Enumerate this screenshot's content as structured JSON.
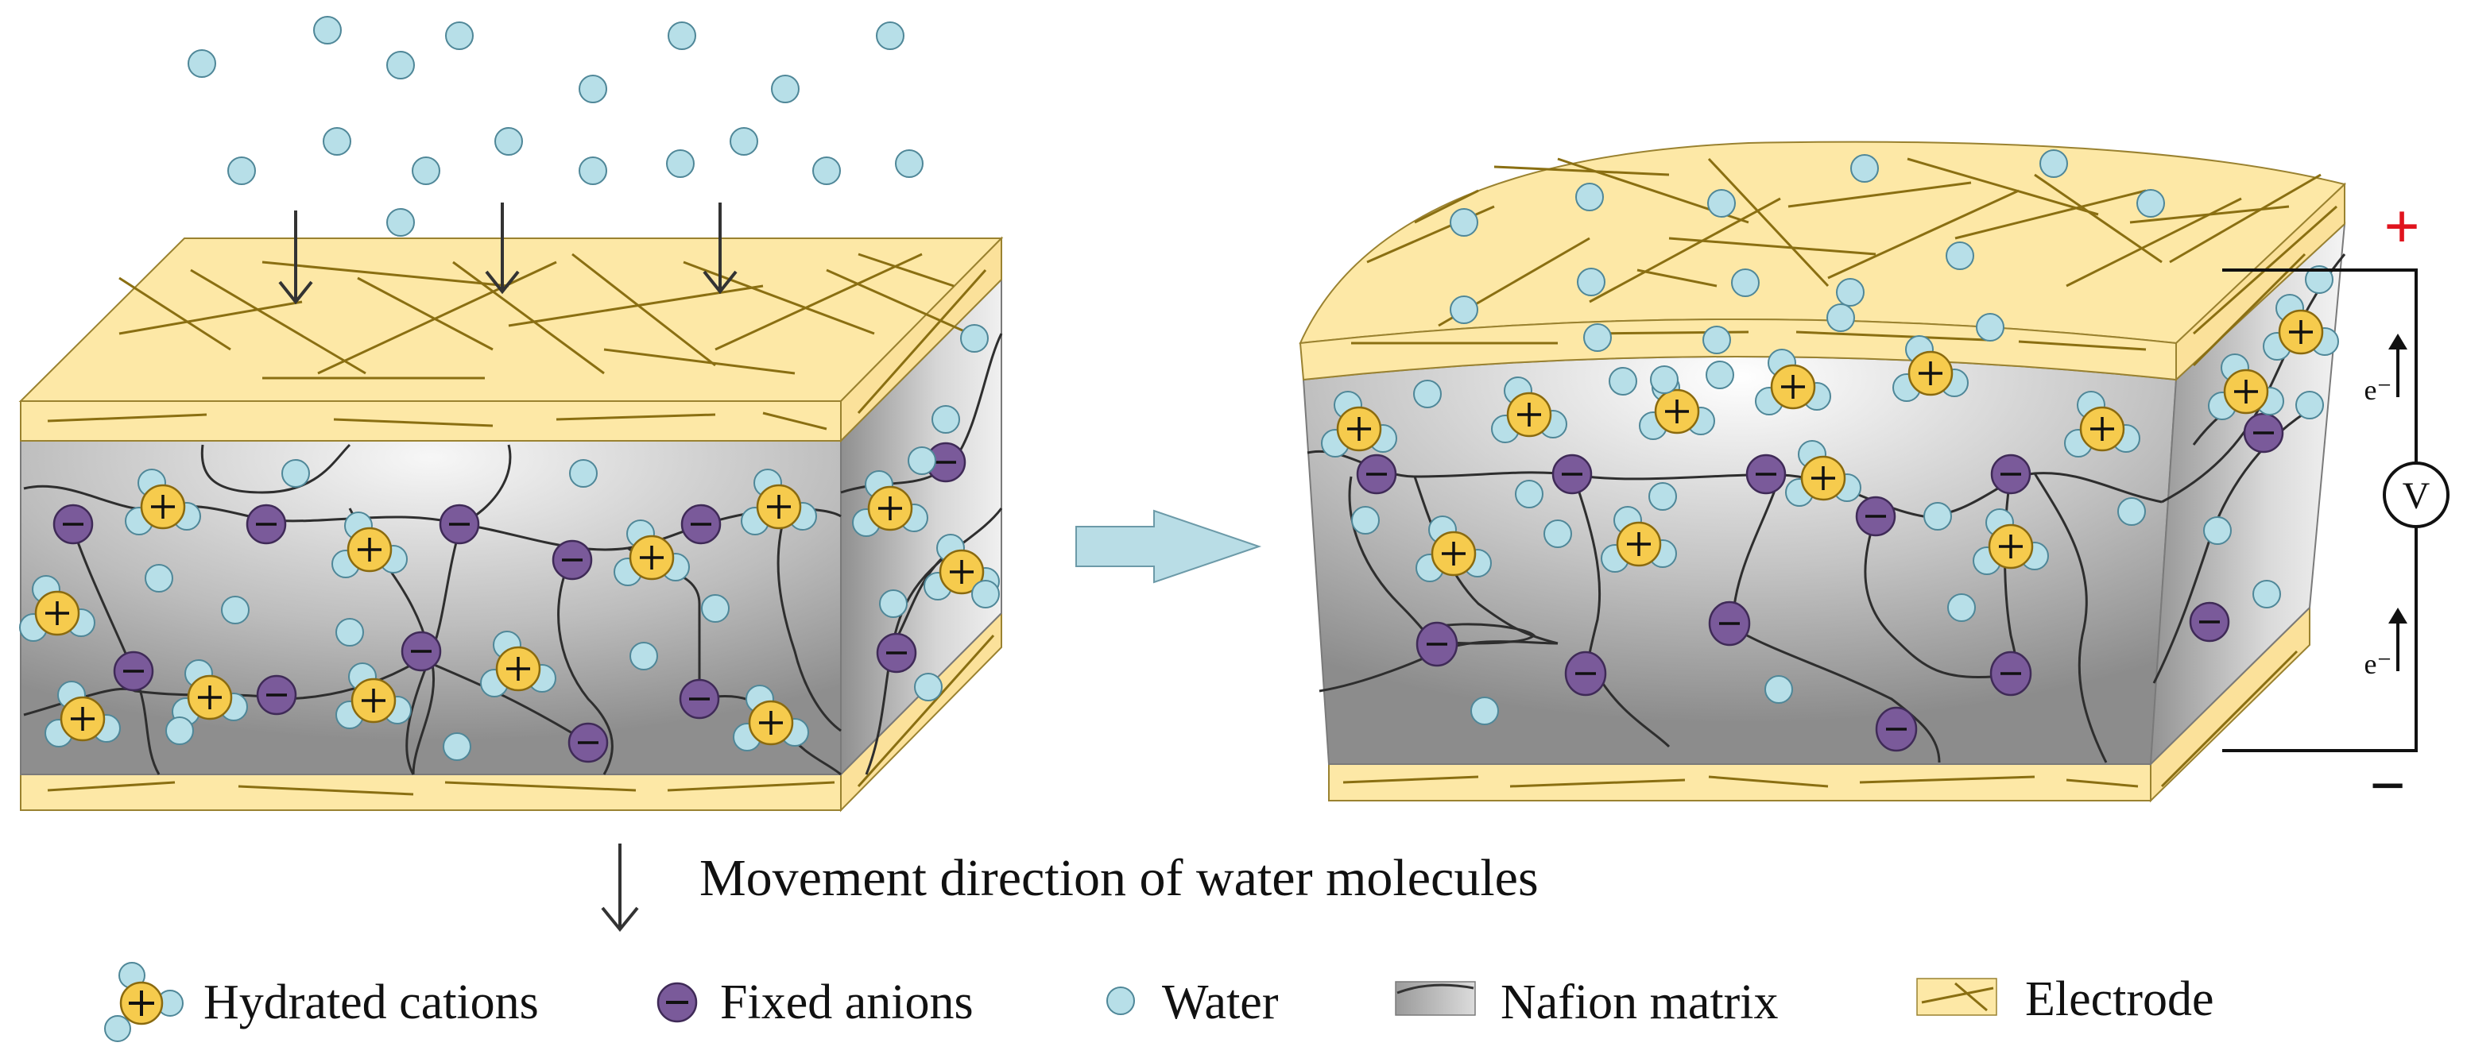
{
  "legend": {
    "movement_label": "Movement direction of water molecules",
    "hydrated_cations": "Hydrated cations",
    "fixed_anions": "Fixed anions",
    "water": "Water",
    "nafion_matrix": "Nafion matrix",
    "electrode": "Electrode"
  },
  "circuit": {
    "plus_sign": "+",
    "minus_sign": "−",
    "voltmeter": "V",
    "electron_top": "e⁻",
    "electron_bottom": "e⁻"
  },
  "symbols": {
    "cation_sign": "+",
    "anion_sign": "−"
  },
  "colors": {
    "electrode_fill": "#fde8a6",
    "electrode_fiber": "#8a6f12",
    "water_fill": "#b7dfe8",
    "water_stroke": "#4f8798",
    "cation_fill": "#f6cb4d",
    "cation_stroke": "#8a6a0f",
    "anion_fill": "#7a5a9a",
    "anion_stroke": "#3f2a57",
    "matrix_light": "#f4f4f4",
    "matrix_dark": "#909090",
    "arrow_fill": "#b9dde6",
    "plus_color": "#e0141e"
  }
}
